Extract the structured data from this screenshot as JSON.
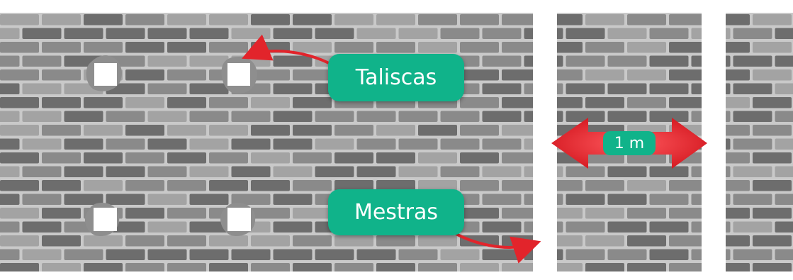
{
  "labels": {
    "taliscas": "Taliscas",
    "mestras": "Mestras",
    "distance": "1 m"
  },
  "colors": {
    "mortar": "#c9c9c9",
    "brick_dark": "#6d6d6d",
    "brick_mid": "#8a8a8a",
    "brick_light": "#a3a3a3",
    "label_bg": "#10b38a",
    "arrow": "#e2242b",
    "tile": "#ffffff",
    "mestra": "#ffffff"
  }
}
